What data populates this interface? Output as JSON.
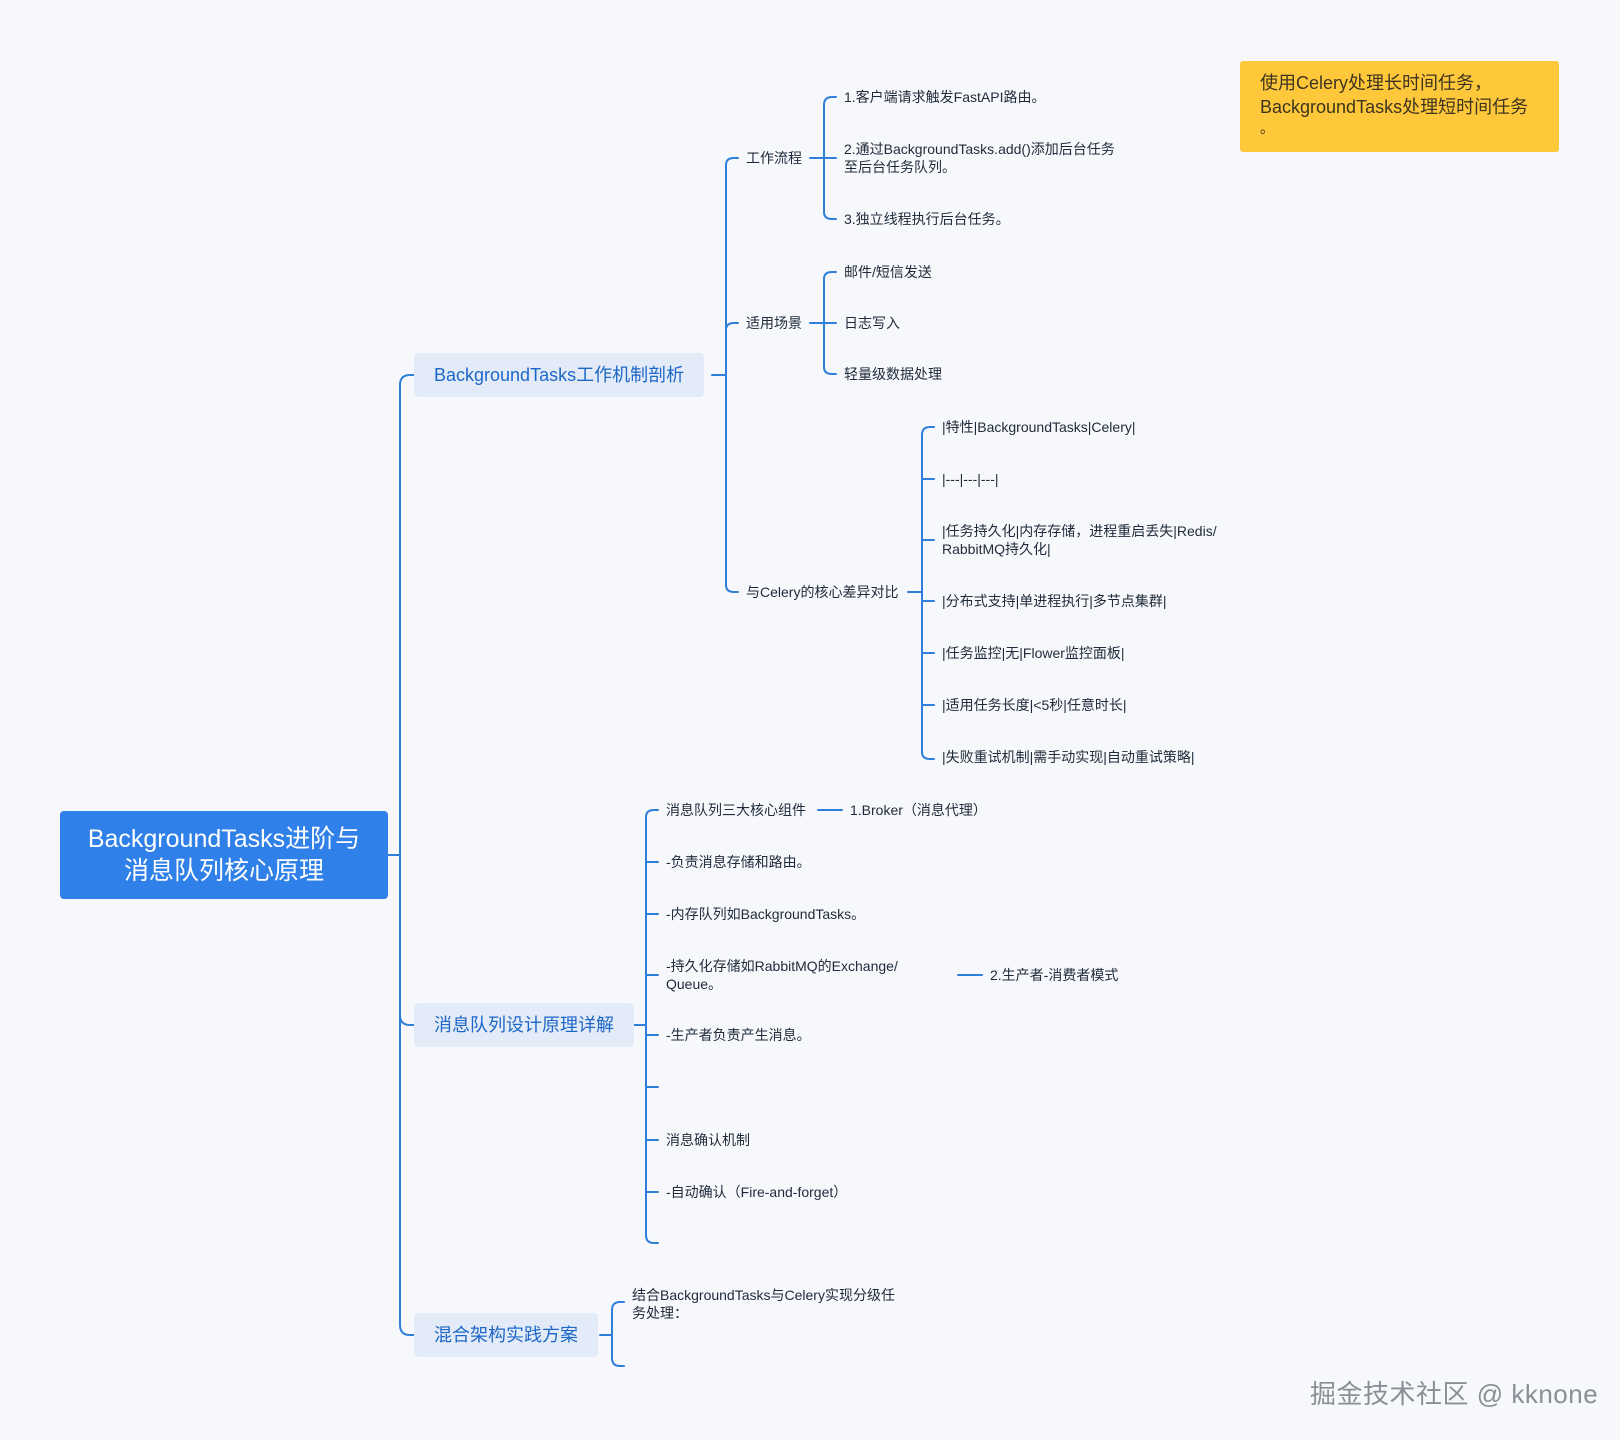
{
  "root": {
    "line1": "BackgroundTasks进阶与",
    "line2": "消息队列核心原理"
  },
  "note": {
    "line1": "使用Celery处理长时间任务，",
    "line2": "BackgroundTasks处理短时间任务",
    "line3": "。"
  },
  "branch1": {
    "label": "BackgroundTasks工作机制剖析",
    "workflow": {
      "label": "工作流程",
      "items": [
        "1.客户端请求触发FastAPI路由。",
        "2.通过BackgroundTasks.add()添加后台任务",
        "至后台任务队列。",
        "3.独立线程执行后台任务。"
      ]
    },
    "scenarios": {
      "label": "适用场景",
      "items": [
        "邮件/短信发送",
        "日志写入",
        "轻量级数据处理"
      ]
    },
    "compare": {
      "label": "与Celery的核心差异对比",
      "items": [
        "|特性|BackgroundTasks|Celery|",
        "|---|---|---|",
        "|任务持久化|内存存储，进程重启丢失|Redis/",
        "RabbitMQ持久化|",
        "|分布式支持|单进程执行|多节点集群|",
        "|任务监控|无|Flower监控面板|",
        "|适用任务长度|<5秒|任意时长|",
        "|失败重试机制|需手动实现|自动重试策略|"
      ]
    }
  },
  "branch2": {
    "label": "消息队列设计原理详解",
    "items": [
      "消息队列三大核心组件",
      "-负责消息存储和路由。",
      "-内存队列如BackgroundTasks。",
      "-持久化存储如RabbitMQ的Exchange/",
      "Queue。",
      "-生产者负责产生消息。",
      "",
      "消息确认机制",
      "-自动确认（Fire-and-forget）",
      ""
    ],
    "broker": "1.Broker（消息代理）",
    "producer": "2.生产者-消费者模式"
  },
  "branch3": {
    "label": "混合架构实践方案",
    "desc1": "结合BackgroundTasks与Celery实现分级任",
    "desc2": "务处理："
  },
  "watermark": "掘金技术社区 @ kknone",
  "colors": {
    "line": "#2f7fd8",
    "root": "#2f80e8",
    "l1_bg": "#e3ebf8",
    "l1_text": "#1d67c8",
    "note": "#ffc73a"
  }
}
